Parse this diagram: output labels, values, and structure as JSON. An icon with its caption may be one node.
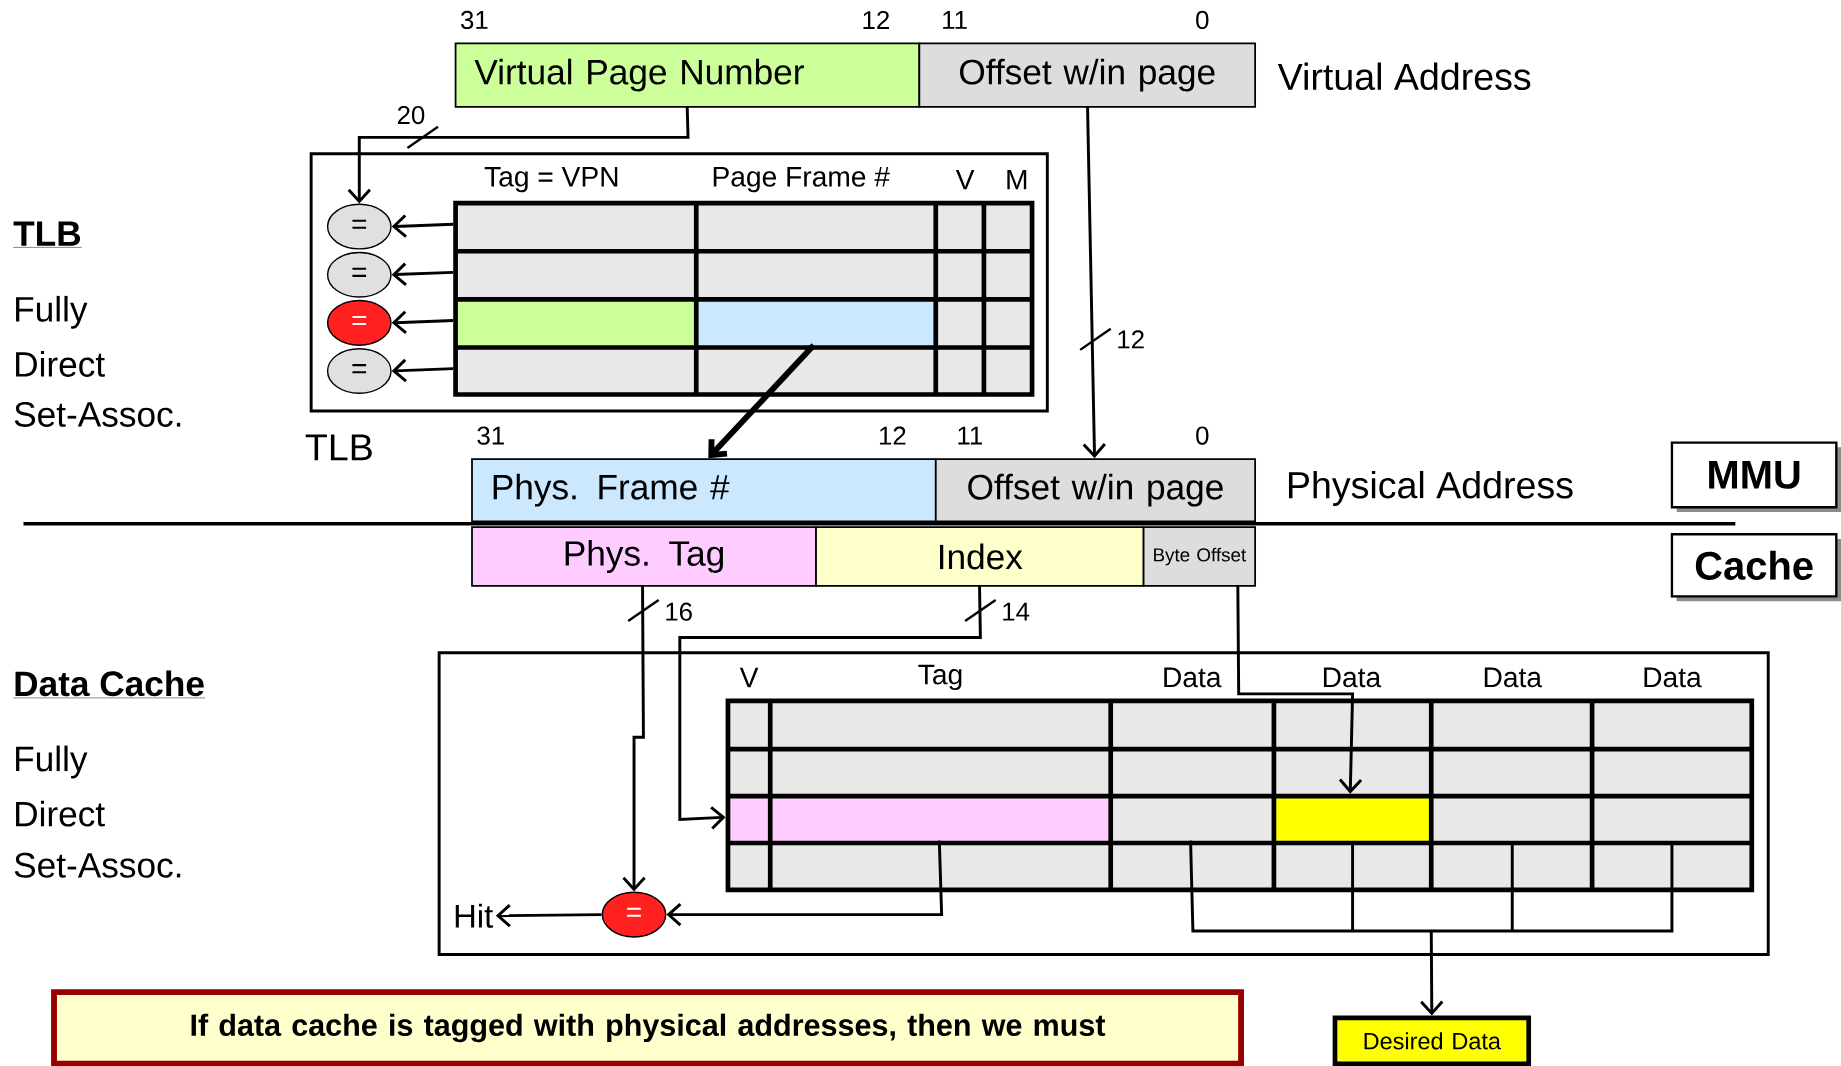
{
  "diagram": {
    "nodes": [
      {
        "text": [
          "Virtual Page Number"
        ]
      },
      {
        "text": [
          "Offset w/in page"
        ]
      },
      {
        "text": [
          "TLB"
        ]
      },
      {
        "text": [
          "Tag = VPN",
          "Page Frame #",
          "V",
          "M"
        ],
        "in": 2
      },
      {
        "text": [
          "="
        ],
        "in": 2
      },
      {
        "text": [
          "="
        ],
        "in": 2
      },
      {
        "text": [
          "="
        ],
        "in": 2
      },
      {
        "text": [
          "="
        ],
        "in": 2
      },
      {
        "text": [
          "Phys. Frame #"
        ]
      },
      {
        "text": [
          "Offset w/in page"
        ]
      },
      {
        "text": [
          "Phys. Tag"
        ]
      },
      {
        "text": [
          "Index"
        ]
      },
      {
        "text": [
          "Byte Offset"
        ]
      },
      {
        "text": [],
        "shape": "box"
      },
      {
        "text": [
          "V",
          "Tag",
          "Data",
          "Data",
          "Data",
          "Data"
        ],
        "in": 13
      },
      {
        "text": [
          "="
        ],
        "in": 13
      },
      {
        "text": [
          "Hit"
        ],
        "in": 13
      },
      {
        "text": [
          "Desired Data"
        ]
      },
      {
        "text": [
          "MMU"
        ]
      },
      {
        "text": [
          "Cache"
        ]
      },
      {
        "text": [
          "If data cache is tagged with physical addresses, then we must"
        ]
      }
    ],
    "edges": [
      {
        "from": 0,
        "to": 4,
        "arrow": "to",
        "label": "20"
      },
      {
        "from": 3,
        "to": 4,
        "arrow": "to"
      },
      {
        "from": 3,
        "to": 5,
        "arrow": "to"
      },
      {
        "from": 3,
        "to": 6,
        "arrow": "to"
      },
      {
        "from": 3,
        "to": 7,
        "arrow": "to"
      },
      {
        "from": 3,
        "to": 8,
        "arrow": "to",
        "style": "thick"
      },
      {
        "from": 1,
        "to": 9,
        "arrow": "to",
        "label": "12"
      },
      {
        "from": 10,
        "to": 15,
        "arrow": "to",
        "label": "16"
      },
      {
        "from": 11,
        "to": 14,
        "arrow": "to",
        "label": "14"
      },
      {
        "from": 12,
        "to": 14,
        "arrow": "to"
      },
      {
        "from": 14,
        "to": 15,
        "arrow": "to"
      },
      {
        "from": 15,
        "to": 16,
        "arrow": "to"
      },
      {
        "from": 14,
        "to": 17,
        "arrow": "to"
      }
    ],
    "labels": [
      "31",
      "12",
      "11",
      "0",
      "Virtual Address",
      "TLB",
      "Fully",
      "Direct",
      "Set-Assoc.",
      "31",
      "12",
      "11",
      "0",
      "Physical Address",
      "Data Cache",
      "Fully",
      "Direct",
      "Set-Assoc."
    ]
  }
}
